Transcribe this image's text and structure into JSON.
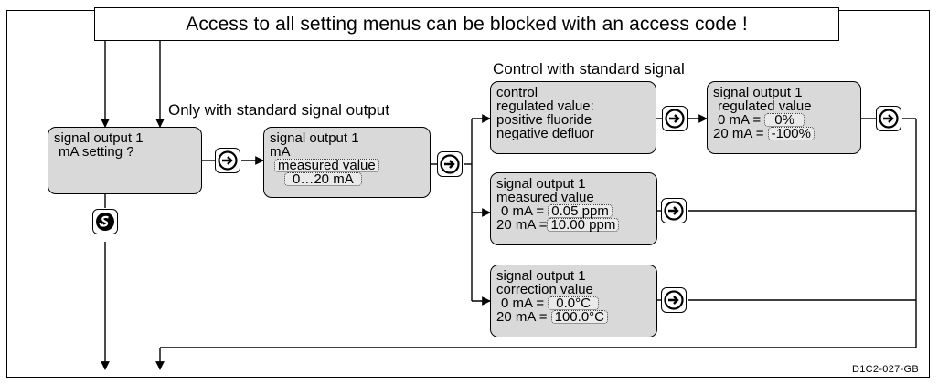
{
  "banner": "Access to all setting menus can be blocked with an access code !",
  "notes": {
    "standard_output": "Only with standard signal output",
    "control_standard": "Control with standard signal"
  },
  "boxes": {
    "mA_setting": {
      "line1": "signal output 1",
      "line2": "mA  setting  ?"
    },
    "signal_mA": {
      "line1": "signal output 1",
      "line2": "mA",
      "measured": "measured value",
      "range": "0…20 mA"
    },
    "control": {
      "line1": "control",
      "line2": "regulated value:",
      "line3": "positive fluoride",
      "line4": "negative defluor"
    },
    "regulated": {
      "line1": "signal output 1",
      "line2": "regulated value",
      "row1_label": "0 mA =",
      "row1_value": "0%",
      "row2_label": "20 mA =",
      "row2_value": "-100%"
    },
    "measured": {
      "line1": "signal output 1",
      "line2": "measured value",
      "row1_label": "0 mA =",
      "row1_value": "0.05 ppm",
      "row2_label": "20 mA =",
      "row2_value": "10.00 ppm"
    },
    "correction": {
      "line1": "signal output 1",
      "line2": "correction value",
      "row1_label": "0 mA =",
      "row1_value": "0.0°C",
      "row2_label": "20 mA =",
      "row2_value": "100.0°C"
    }
  },
  "icons": {
    "enter": "enter-key-icon",
    "scroll": "scroll-key-icon"
  },
  "code": "D1C2-027-GB",
  "colors": {
    "box_fill": "#d9d9d9",
    "line": "#000000"
  }
}
